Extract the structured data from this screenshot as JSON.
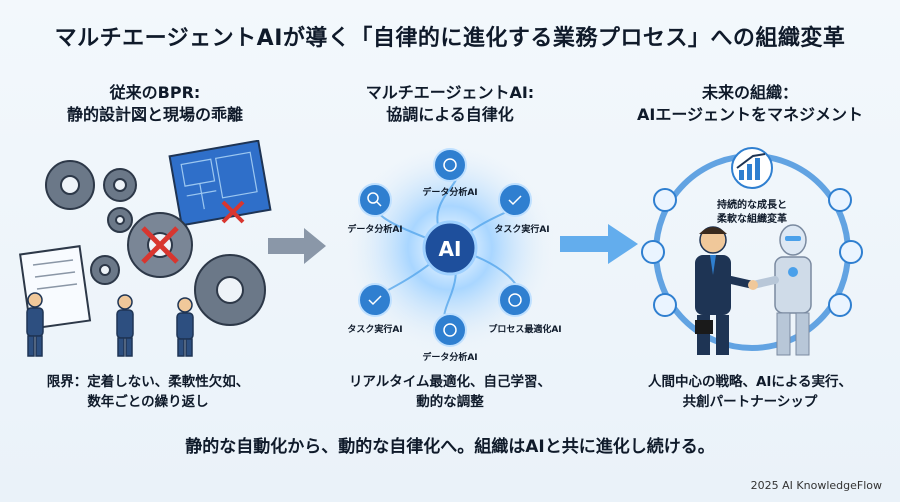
{
  "title": "マルチエージェントAIが導く「自律的に進化する業務プロセス」への組織変革",
  "left": {
    "heading_line1": "従来のBPR:",
    "heading_line2": "静的設計図と現場の乖離",
    "caption_line1": "限界：定着しない、柔軟性欠如、",
    "caption_line2": "数年ごとの繰り返し"
  },
  "center": {
    "heading_line1": "マルチエージェントAI:",
    "heading_line2": "協調による自律化",
    "hub_label": "AI",
    "nodes": [
      {
        "label": "データ分析AI",
        "icon": "brain-icon"
      },
      {
        "label": "タスク実行AI",
        "icon": "check-gear-icon"
      },
      {
        "label": "プロセス最適化AI",
        "icon": "gear-icon"
      },
      {
        "label": "データ分析AI",
        "icon": "brain-icon"
      },
      {
        "label": "タスク実行AI",
        "icon": "check-icon"
      },
      {
        "label": "データ分析AI",
        "icon": "magnifier-icon"
      }
    ],
    "caption_line1": "リアルタイム最適化、自己学習、",
    "caption_line2": "動的な調整"
  },
  "right": {
    "heading_line1": "未来の組織：",
    "heading_line2": "AIエージェントをマネジメント",
    "center_text_line1": "持続的な成長と",
    "center_text_line2": "柔軟な組織変革",
    "caption_line1": "人間中心の戦略、AIによる実行、",
    "caption_line2": "共創パートナーシップ"
  },
  "bottom_message": "静的な自動化から、動的な自律化へ。組織はAIと共に進化し続ける。",
  "copyright": "2025 AI KnowledgeFlow",
  "colors": {
    "accent": "#2f7fd0",
    "glow": "#5fb0f0",
    "dark_navy": "#1e3454",
    "warning_red": "#d8362f"
  }
}
